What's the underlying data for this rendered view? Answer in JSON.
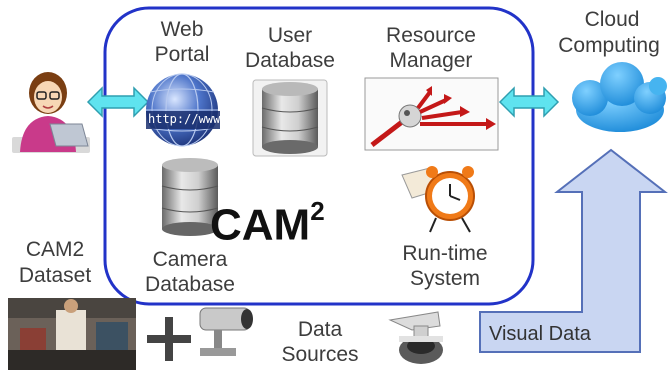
{
  "labels": {
    "web_portal_1": "Web",
    "web_portal_2": "Portal",
    "user_db_1": "User",
    "user_db_2": "Database",
    "resource_mgr_1": "Resource",
    "resource_mgr_2": "Manager",
    "cloud_1": "Cloud",
    "cloud_2": "Computing",
    "camera_db_1": "Camera",
    "camera_db_2": "Database",
    "runtime_1": "Run-time",
    "runtime_2": "System",
    "cam_main": "CAM",
    "cam_sup": "2",
    "dataset_1": "CAM2",
    "dataset_2": "Dataset",
    "sources_1": "Data",
    "sources_2": "Sources",
    "visual_data": "Visual Data",
    "web_url_text": "http://www"
  },
  "colors": {
    "frame_border": "#2233c8",
    "double_arrow": "#5fe3ef",
    "double_arrow_stroke": "#2f9fb0",
    "visual_arrow_fill": "#c9d6f2",
    "visual_arrow_stroke": "#5570b8",
    "cloud": "#2aa6e6"
  },
  "icons": [
    "user-with-laptop-icon",
    "globe-icon",
    "database-icon",
    "robot-arrows-icon",
    "cloud-icon",
    "alarm-clock-icon",
    "security-camera-icon",
    "dome-camera-icon",
    "plus-icon"
  ]
}
